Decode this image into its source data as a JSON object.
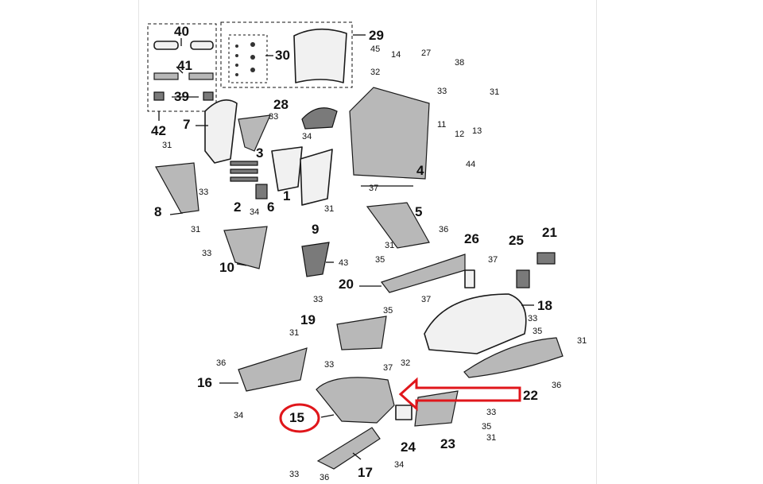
{
  "labels": {
    "l1": "1",
    "l2": "2",
    "l3": "3",
    "l4": "4",
    "l5": "5",
    "l6": "6",
    "l7": "7",
    "l8": "8",
    "l9": "9",
    "l10": "10",
    "l11": "11",
    "l12": "12",
    "l13": "13",
    "l14": "14",
    "l15": "15",
    "l16": "16",
    "l17": "17",
    "l18": "18",
    "l19": "19",
    "l20": "20",
    "l21": "21",
    "l22": "22",
    "l23": "23",
    "l24": "24",
    "l25": "25",
    "l26": "26",
    "l27": "27",
    "l28": "28",
    "l29": "29",
    "l30": "30",
    "l31": "31",
    "l32": "32",
    "l33": "33",
    "l34": "34",
    "l35": "35",
    "l36": "36",
    "l37": "37",
    "l38": "38",
    "l39": "39",
    "l40": "40",
    "l41": "41",
    "l42": "42",
    "l43": "43",
    "l44": "44",
    "l45": "45"
  },
  "highlight": {
    "part": "15",
    "color": "#e0161b"
  }
}
